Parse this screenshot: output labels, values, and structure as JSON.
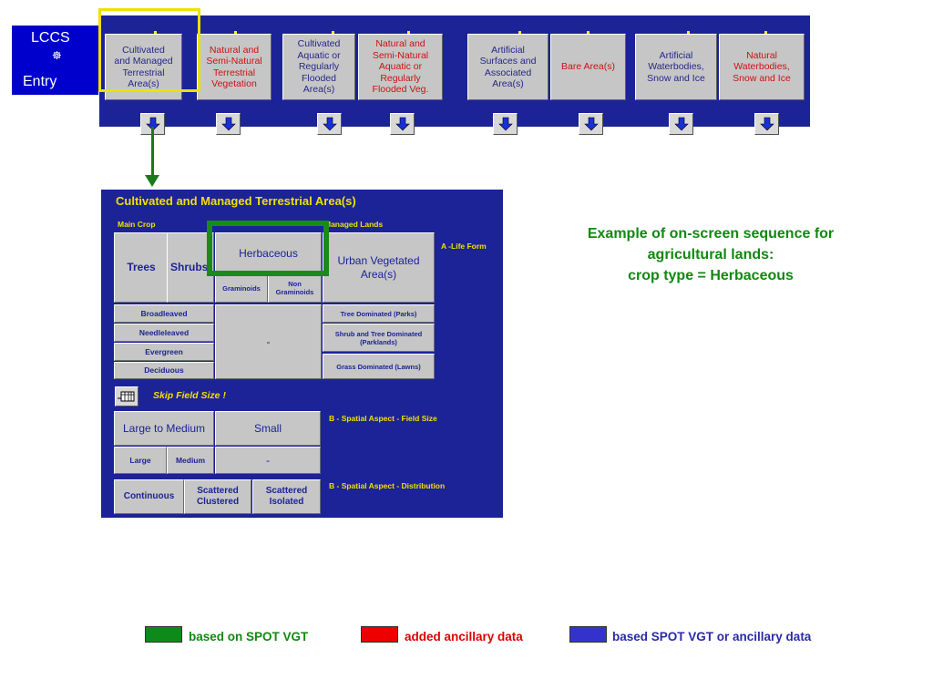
{
  "lccs": {
    "line1": "LCCS",
    "icon": "☸",
    "line2": "Entry"
  },
  "categories": [
    {
      "label": "Cultivated\nand Managed\nTerrestrial\nArea(s)",
      "color": "blue",
      "selected": true
    },
    {
      "label": "Natural and\nSemi-Natural\nTerrestrial\nVegetation",
      "color": "red"
    },
    {
      "label": "Cultivated\nAquatic or\nRegularly\nFlooded\nArea(s)",
      "color": "blue"
    },
    {
      "label": "Natural and\nSemi-Natural\nAquatic or\nRegularly\nFlooded Veg.",
      "color": "red"
    },
    {
      "label": "Artificial\nSurfaces and\nAssociated\nArea(s)",
      "color": "blue"
    },
    {
      "label": "Bare Area(s)",
      "color": "red"
    },
    {
      "label": "Artificial\nWaterbodies,\nSnow and Ice",
      "color": "blue"
    },
    {
      "label": "Natural\nWaterbodies,\nSnow and Ice",
      "color": "red"
    }
  ],
  "dialog": {
    "title": "Cultivated  and Managed Terrestrial Area(s)",
    "main_crop": "Main Crop",
    "managed_lands": "Managed Lands",
    "life_form": "A -Life Form",
    "trees": "Trees",
    "shrubs": "Shrubs",
    "herbaceous": "Herbaceous",
    "graminoids": "Graminoids",
    "non_graminoids": "Non\nGraminoids",
    "urban": "Urban Vegetated\nArea(s)",
    "broadleaved": "Broadleaved",
    "needleleaved": "Needleleaved",
    "evergreen": "Evergreen",
    "deciduous": "Deciduous",
    "dash1": "-",
    "tree_dominated": "Tree Dominated (Parks)",
    "shrub_tree": "Shrub and Tree Dominated\n(Parklands)",
    "grass_dominated": "Grass Dominated (Lawns)",
    "skip_field": "Skip Field Size !",
    "field_size_label": "B - Spatial Aspect - Field Size",
    "large_medium": "Large to Medium",
    "small": "Small",
    "large": "Large",
    "medium": "Medium",
    "dash2": "-",
    "distribution_label": "B - Spatial Aspect - Distribution",
    "continuous": "Continuous",
    "scattered_clustered": "Scattered\nClustered",
    "scattered_isolated": "Scattered\nIsolated"
  },
  "annotation": "Example of on-screen sequence for\nagricultural lands:\ncrop type = Herbaceous",
  "legend": [
    {
      "color": "#0d8a1a",
      "text": "based on SPOT VGT",
      "text_color": "#118811"
    },
    {
      "color": "#ee0000",
      "text": "added ancillary data",
      "text_color": "#dd0000"
    },
    {
      "color": "#3333cc",
      "text": "based SPOT VGT or ancillary data",
      "text_color": "#2a2aaa"
    }
  ],
  "icons": [
    "down-arrow-icon",
    "table-icon",
    "wheel-icon"
  ]
}
